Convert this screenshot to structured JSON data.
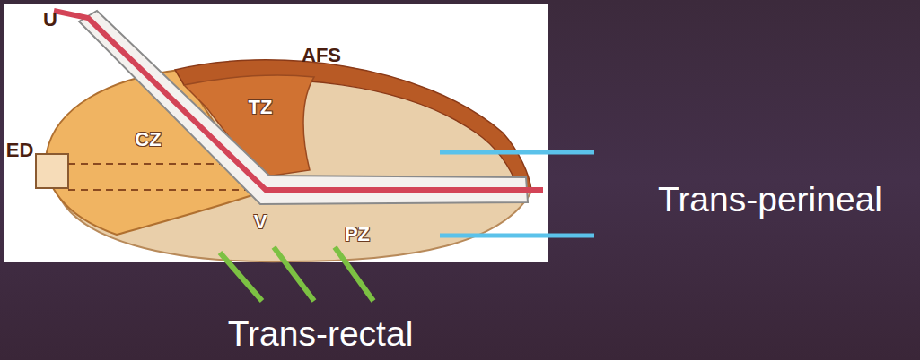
{
  "diagram": {
    "labels": [
      "U",
      "AFS",
      "TZ",
      "CZ",
      "ED",
      "V",
      "PZ",
      "Trans-perineal",
      "Trans-rectal"
    ]
  }
}
